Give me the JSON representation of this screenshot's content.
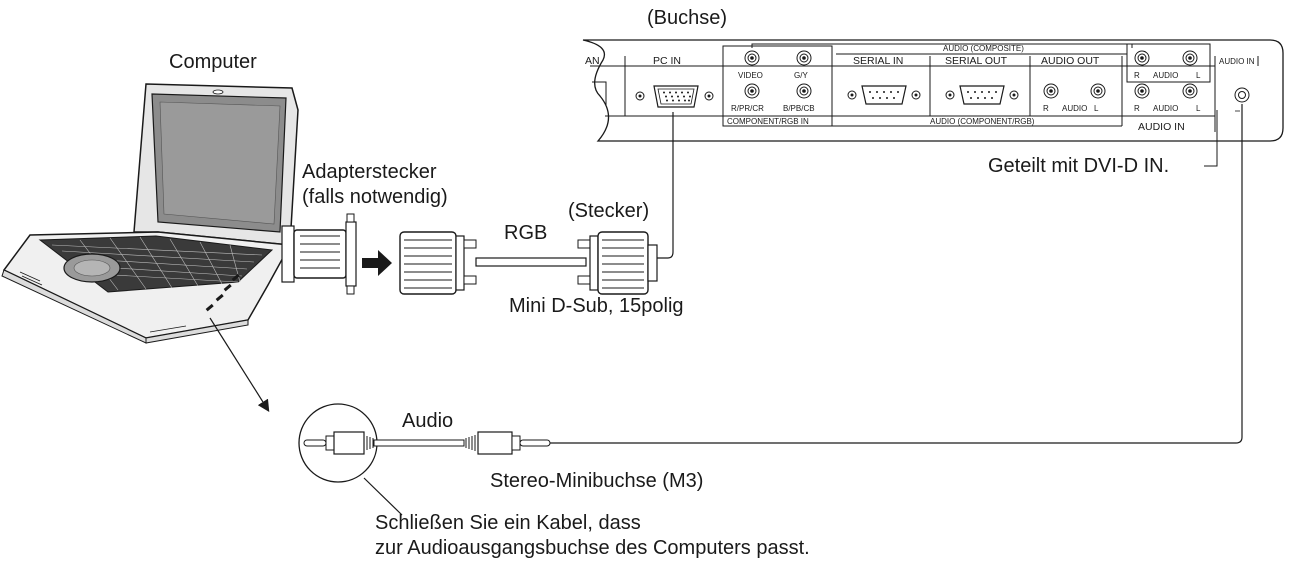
{
  "labels": {
    "buchse": "(Buchse)",
    "computer": "Computer",
    "adapter_line1": "Adapterstecker",
    "adapter_line2": "(falls notwendig)",
    "stecker": "(Stecker)",
    "rgb": "RGB",
    "mini_dsub": "Mini D-Sub, 15polig",
    "geteilt": "Geteilt mit DVI-D IN.",
    "audio": "Audio",
    "stereo_mini": "Stereo-Minibuchse (M3)",
    "note_line1": "Schließen Sie ein Kabel, dass",
    "note_line2": "zur Audioausgangsbuchse des Computers passt."
  },
  "panel": {
    "an": "AN",
    "pc_in": "PC IN",
    "video": "VIDEO",
    "gy": "G/Y",
    "rprcr": "R/PR/CR",
    "bpbcb": "B/PB/CB",
    "component_rgb_in": "COMPONENT/RGB IN",
    "serial_in": "SERIAL IN",
    "serial_out": "SERIAL OUT",
    "audio_out": "AUDIO OUT",
    "audio_composite": "AUDIO (COMPOSITE)",
    "audio_component_rgb": "AUDIO (COMPONENT/RGB)",
    "audio_in": "AUDIO IN",
    "audio_in_small": "AUDIO IN",
    "r": "R",
    "l": "L",
    "audio": "AUDIO"
  },
  "icons": [
    "laptop-icon",
    "adapter-plug-icon",
    "rgb-cable-icon",
    "dsub-connector-icon",
    "rca-jack-icon",
    "stereo-mini-plug-icon",
    "arrow-icon"
  ]
}
